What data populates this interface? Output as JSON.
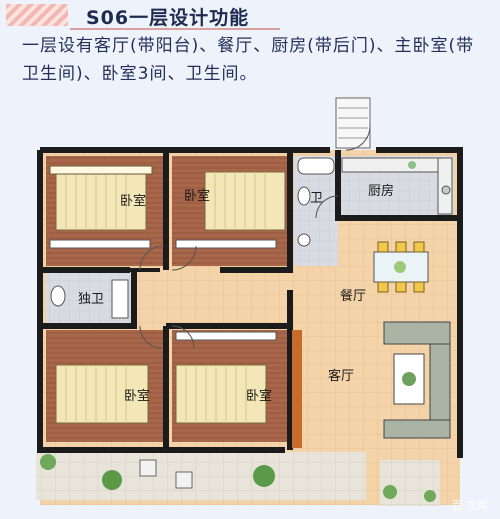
{
  "header": {
    "title": "S06一层设计功能",
    "description": "一层设有客厅(带阳台)、餐厅、厨房(带后门)、主卧室(带卫生间)、卧室3间、卫生间。"
  },
  "rooms": {
    "bedroom_top_left": "卧室",
    "bedroom_top_mid": "卧室",
    "bathroom_small": "卫",
    "kitchen": "厨房",
    "private_bath": "独卫",
    "dining": "餐厅",
    "living": "客厅",
    "bedroom_bottom_left": "卧室",
    "bedroom_bottom_mid": "卧室"
  },
  "watermark": "百 文库"
}
